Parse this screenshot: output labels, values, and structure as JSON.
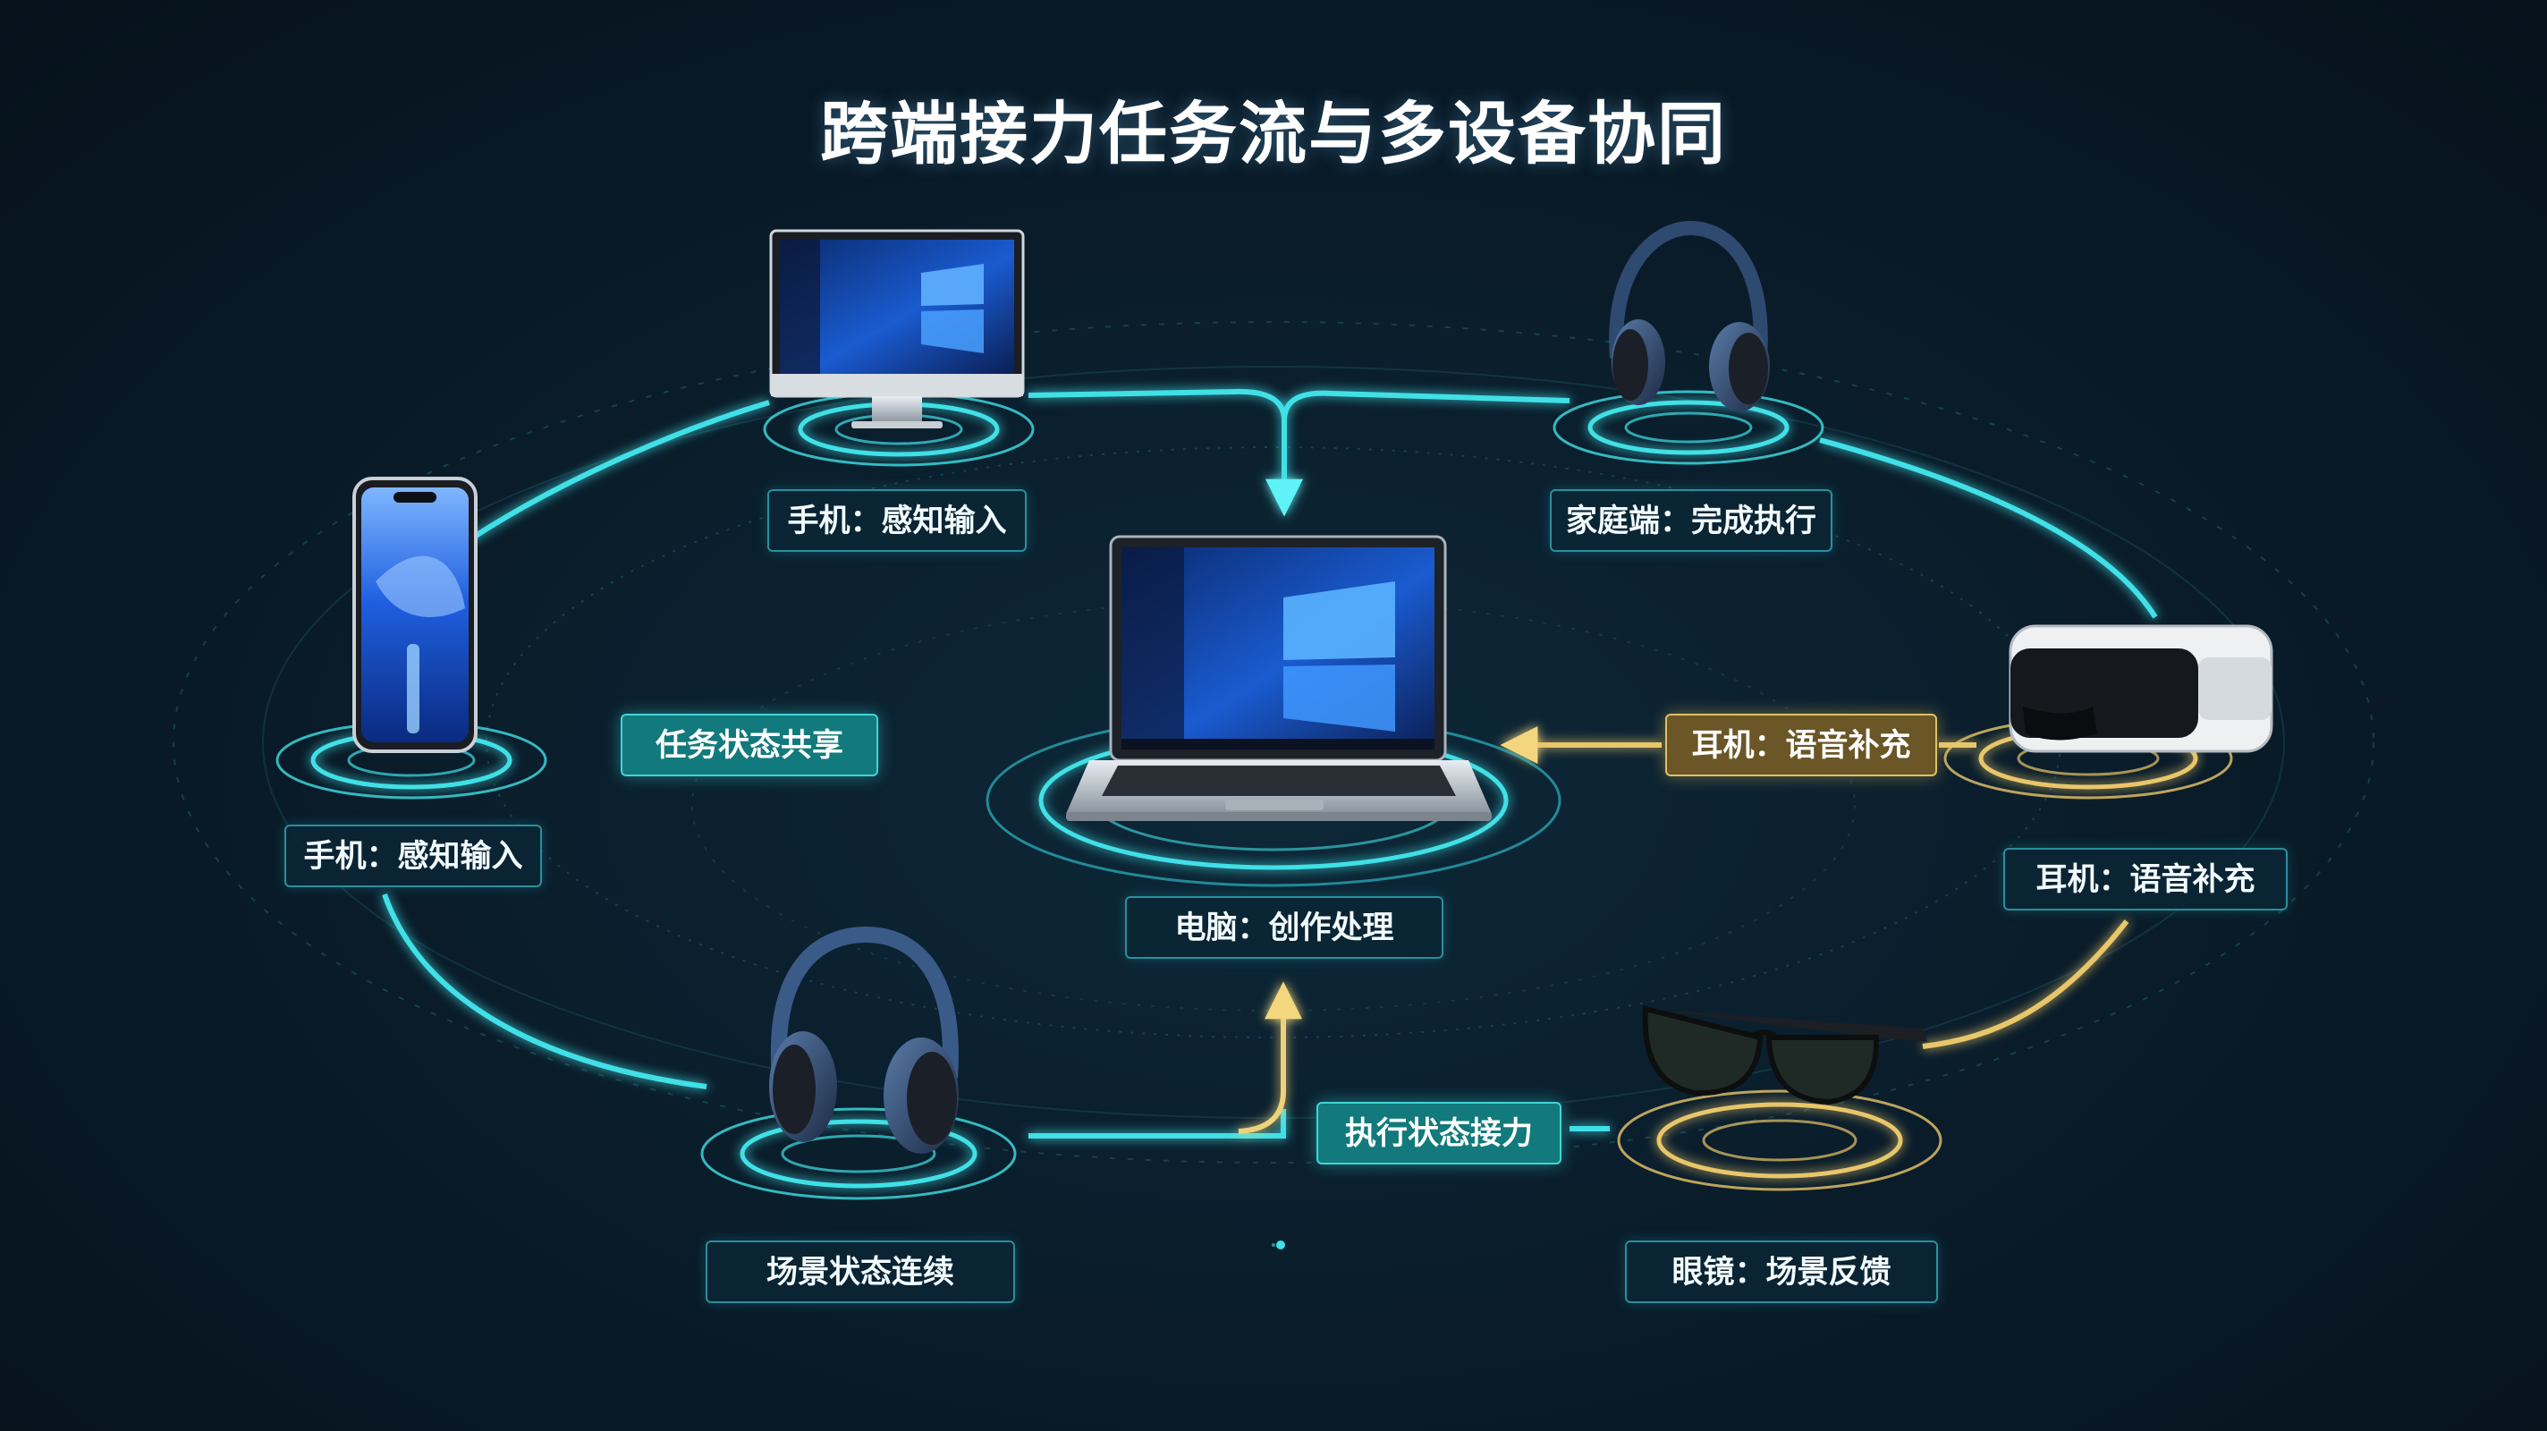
{
  "title": "跨端接力任务流与多设备协同",
  "labels": {
    "desktop": "手机：感知输入",
    "phone": "手机：感知输入",
    "home": "家庭端：完成执行",
    "vr": "耳机：语音补充",
    "laptop": "电脑：创作处理",
    "headphones_bottom": "场景状态连续",
    "glasses": "眼镜：场景反馈"
  },
  "flows": {
    "task_share": "任务状态共享",
    "voice_add": "耳机：语音补充",
    "exec_relay": "执行状态接力"
  },
  "colors": {
    "teal": "#3fe0e6",
    "gold": "#e8c66a",
    "background": "#0a1d2b"
  },
  "laptop_os": {
    "taskbar_time": "",
    "screen_logo": "windows-logo"
  }
}
